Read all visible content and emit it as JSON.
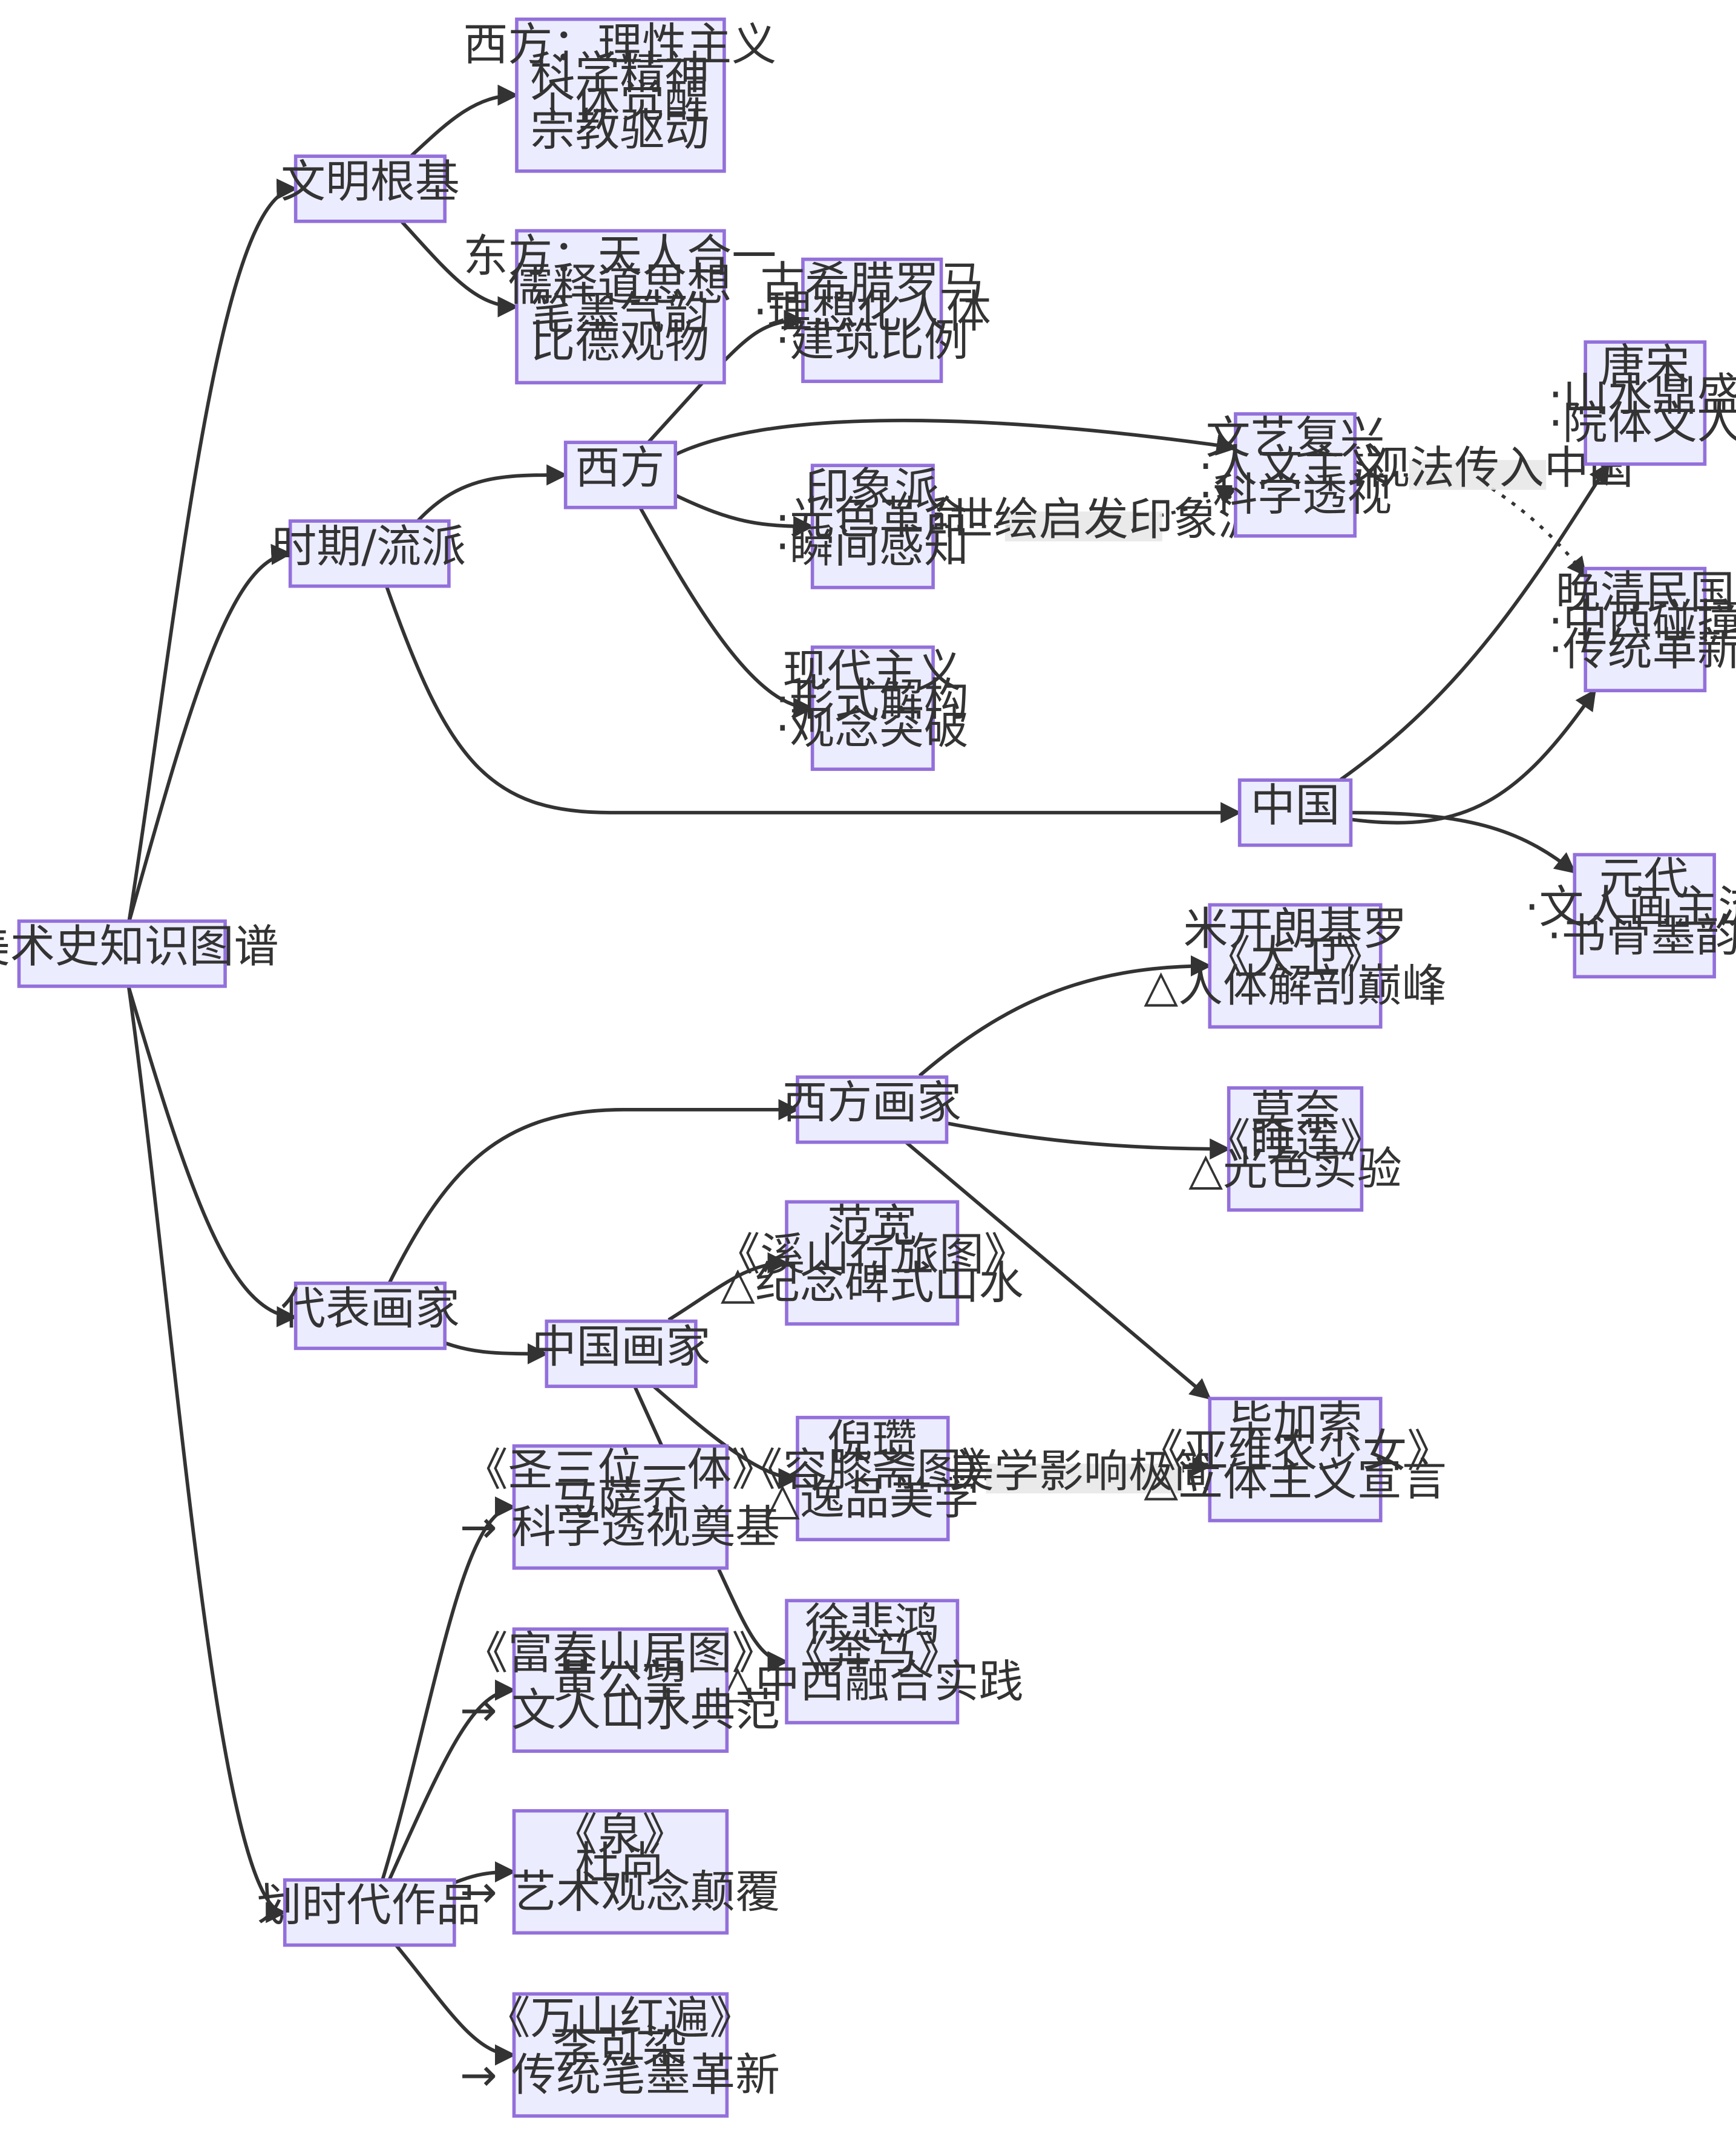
{
  "diagram": {
    "type": "flowchart",
    "colors": {
      "node_fill": "#ECECFF",
      "node_border": "#9370DB",
      "edge": "#333333",
      "text": "#333333",
      "label_bg": "#e8e8e8"
    },
    "nodes": [
      {
        "id": "root",
        "lines": [
          "美术史知识图谱"
        ]
      },
      {
        "id": "civ",
        "lines": [
          "文明根基"
        ]
      },
      {
        "id": "period",
        "lines": [
          "时期/流派"
        ]
      },
      {
        "id": "painters",
        "lines": [
          "代表画家"
        ]
      },
      {
        "id": "works",
        "lines": [
          "划时代作品"
        ]
      },
      {
        "id": "civ_west",
        "lines": [
          "西方：理性主义",
          "科学精神",
          "个体觉醒",
          "宗教驱动"
        ]
      },
      {
        "id": "civ_east",
        "lines": [
          "东方：天人合一",
          "儒释道思想",
          "笔墨气韵",
          "比德观物"
        ]
      },
      {
        "id": "west",
        "lines": [
          "西方"
        ]
      },
      {
        "id": "china",
        "lines": [
          "中国"
        ]
      },
      {
        "id": "greek",
        "lines": [
          "古希腊罗马",
          "·理想化人体",
          "·建筑比例"
        ]
      },
      {
        "id": "impress",
        "lines": [
          "印象派",
          "·光色革命",
          "·瞬间感知"
        ]
      },
      {
        "id": "modern",
        "lines": [
          "现代主义",
          "·形式解构",
          "·观念突破"
        ]
      },
      {
        "id": "renaiss",
        "lines": [
          "文艺复兴",
          "·人文主义",
          "·科学透视"
        ]
      },
      {
        "id": "tangsong",
        "lines": [
          "唐宋",
          "·山水鼎盛",
          "·院体文人"
        ]
      },
      {
        "id": "lateqing",
        "lines": [
          "晚清民国",
          "·中西碰撞",
          "·传统革新"
        ]
      },
      {
        "id": "yuan",
        "lines": [
          "元代",
          "·文人画主流",
          "·书骨墨韵"
        ]
      },
      {
        "id": "wpainters",
        "lines": [
          "西方画家"
        ]
      },
      {
        "id": "cpainters",
        "lines": [
          "中国画家"
        ]
      },
      {
        "id": "mich",
        "lines": [
          "米开朗基罗",
          "《大卫》",
          "△人体解剖巅峰"
        ]
      },
      {
        "id": "monet",
        "lines": [
          "莫奈",
          "《睡莲》",
          "△光色实验"
        ]
      },
      {
        "id": "picasso",
        "lines": [
          "毕加索",
          "《亚维农少女》",
          "△立体主义宣言"
        ]
      },
      {
        "id": "fankuan",
        "lines": [
          "范宽",
          "《溪山行旅图》",
          "△纪念碑式山水"
        ]
      },
      {
        "id": "nizan",
        "lines": [
          "倪瓒",
          "《容膝斋图》",
          "△逸品美学"
        ]
      },
      {
        "id": "xu",
        "lines": [
          "徐悲鸿",
          "《奔马》",
          "△中西融合实践"
        ]
      },
      {
        "id": "trinity",
        "lines": [
          "《圣三位一体》",
          "马萨乔",
          "→ 科学透视奠基"
        ]
      },
      {
        "id": "fuchun",
        "lines": [
          "《富春山居图》",
          "黄公望",
          "→ 文人山水典范"
        ]
      },
      {
        "id": "quan",
        "lines": [
          "《泉》",
          "杜尚",
          "→ 艺术观念颠覆"
        ]
      },
      {
        "id": "wanshan",
        "lines": [
          "《万山红遍》",
          "李可染",
          "→ 传统笔墨革新"
        ]
      }
    ],
    "edge_labels": {
      "ukiyoe": "浮世绘启发印象派",
      "perspective": "透视法传入中国",
      "silence": "空寂美学影响极简主义"
    }
  }
}
